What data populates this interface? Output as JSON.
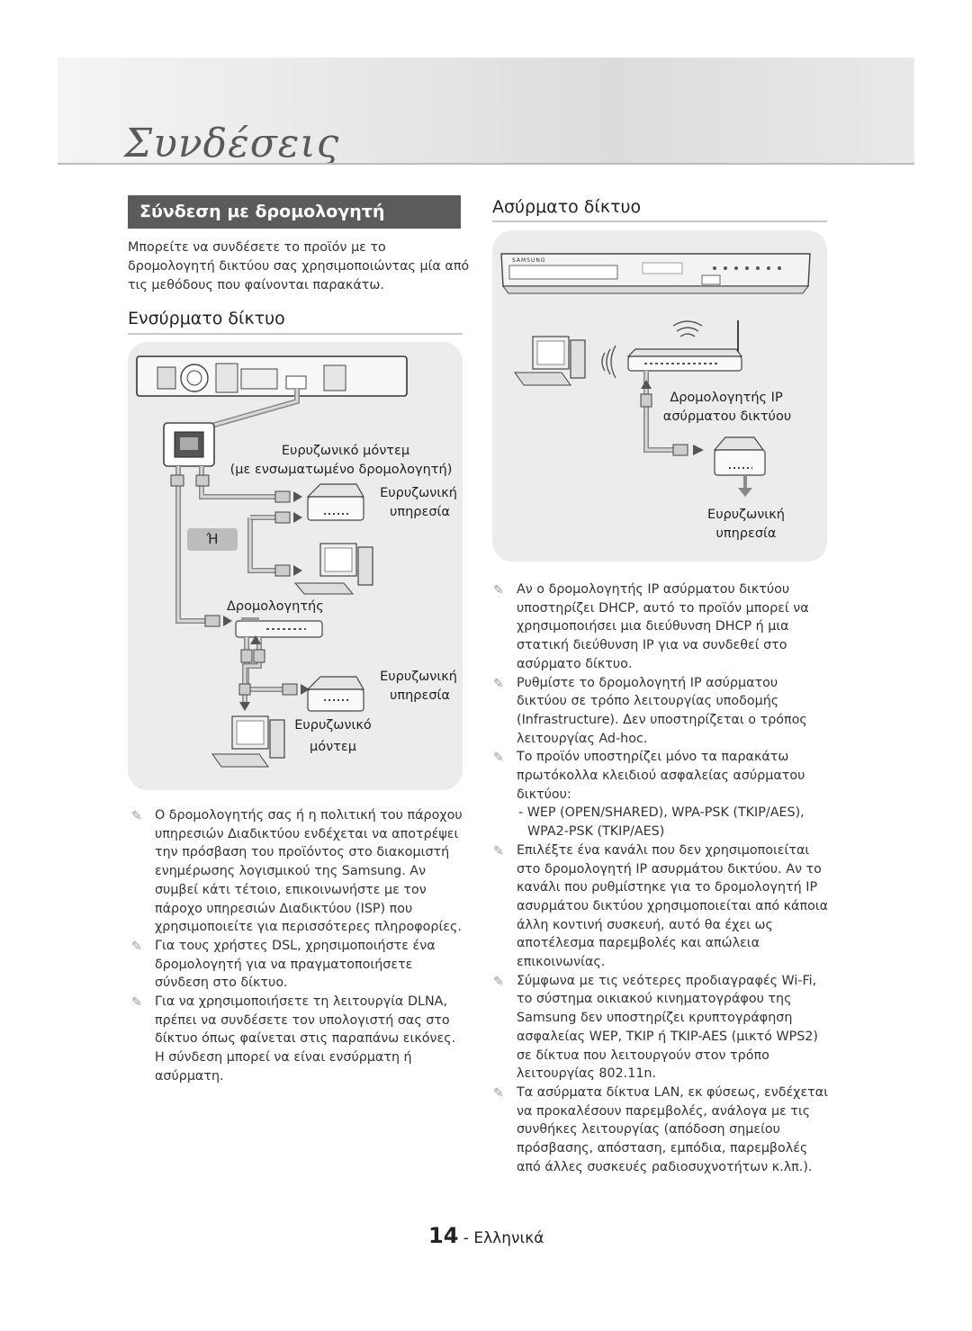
{
  "header": {
    "title": "Συνδέσεις"
  },
  "section": {
    "title": "Σύνδεση με δρομολογητή δικτύου"
  },
  "intro": "Μπορείτε να συνδέσετε το προϊόν με το δρομολογητή δικτύου σας χρησιμοποιώντας μία από τις μεθόδους που φαίνονται παρακάτω.",
  "wired": {
    "heading": "Ενσύρματο δίκτυο",
    "labels": {
      "modem_line1": "Ευρυζωνικό μόντεμ",
      "modem_line2": "(με ενσωματωμένο δρομολογητή)",
      "broadband_service_1a": "Ευρυζωνική",
      "broadband_service_1b": "υπηρεσία",
      "or": "Ή",
      "router": "Δρομολογητής",
      "broadband_service_2a": "Ευρυζωνική",
      "broadband_service_2b": "υπηρεσία",
      "broadband_modem_a": "Ευρυζωνικό",
      "broadband_modem_b": "μόντεμ"
    },
    "notes": [
      "Ο δρομολογητής σας ή η πολιτική του πάροχου υπηρεσιών Διαδικτύου ενδέχεται να αποτρέψει την πρόσβαση του προϊόντος στο διακομιστή ενημέρωσης λογισμικού της Samsung. Αν συμβεί κάτι τέτοιο, επικοινωνήστε με τον πάροχο υπηρεσιών Διαδικτύου (ISP) που χρησιμοποιείτε για περισσότερες πληροφορίες.",
      "Για τους χρήστες DSL, χρησιμοποιήστε ένα δρομολογητή για να πραγματοποιήσετε σύνδεση στο δίκτυο.",
      "Για να χρησιμοποιήσετε τη λειτουργία DLNA, πρέπει να συνδέσετε τον υπολογιστή σας στο δίκτυο όπως φαίνεται στις παραπάνω εικόνες. Η σύνδεση μπορεί να είναι ενσύρματη ή ασύρματη."
    ]
  },
  "wireless": {
    "heading": "Ασύρματο δίκτυο",
    "device_brand": "SAMSUNG",
    "labels": {
      "router_line1": "Δρομολογητής IP",
      "router_line2": "ασύρματου δικτύου",
      "service_line1": "Ευρυζωνική",
      "service_line2": "υπηρεσία"
    },
    "notes": [
      "Αν ο δρομολογητής IP ασύρματου δικτύου υποστηρίζει DHCP, αυτό το προϊόν μπορεί να χρησιμοποιήσει μια διεύθυνση DHCP ή μια στατική διεύθυνση IP για να συνδεθεί στο ασύρματο δίκτυο.",
      "Ρυθμίστε το δρομολογητή IP ασύρματου δικτύου σε τρόπο λειτουργίας υποδομής (Infrastructure). Δεν υποστηρίζεται ο τρόπος λειτουργίας Ad-hoc.",
      "Το προϊόν υποστηρίζει μόνο τα παρακάτω πρωτόκολλα κλειδιού ασφαλείας ασύρματου δικτύου:",
      "Επιλέξτε ένα κανάλι που δεν χρησιμοποιείται στο δρομολογητή IP ασυρμάτου δικτύου. Αν το κανάλι που ρυθμίστηκε για το δρομολογητή IP ασυρμάτου δικτύου χρησιμοποιείται από κάποια άλλη κοντινή συσκευή, αυτό θα έχει ως αποτέλεσμα παρεμβολές και απώλεια επικοινωνίας.",
      "Σύμφωνα με τις νεότερες προδιαγραφές Wi-Fi, το σύστημα οικιακού κινηματογράφου της Samsung δεν υποστηρίζει κρυπτογράφηση ασφαλείας WEP, TKIP ή TKIP-AES (μικτό WPS2) σε δίκτυα που λειτουργούν στον τρόπο λειτουργίας 802.11n.",
      "Τα ασύρματα δίκτυα LAN, εκ φύσεως, ενδέχεται να προκαλέσουν παρεμβολές, ανάλογα με τις συνθήκες λειτουργίας (απόδοση σημείου πρόσβασης, απόσταση, εμπόδια, παρεμβολές από άλλες συσκευές ραδιοσυχνοτήτων κ.λπ.)."
    ],
    "security_protocols": "- WEP (OPEN/SHARED), WPA-PSK (TKIP/AES), WPA2-PSK (TKIP/AES)"
  },
  "footer": {
    "page_number": "14",
    "separator": " - ",
    "language": "Ελληνικά"
  },
  "colors": {
    "badge_bg": "#5b5b5b",
    "panel_bg": "#ececec",
    "header_title": "#5a5a5a"
  }
}
